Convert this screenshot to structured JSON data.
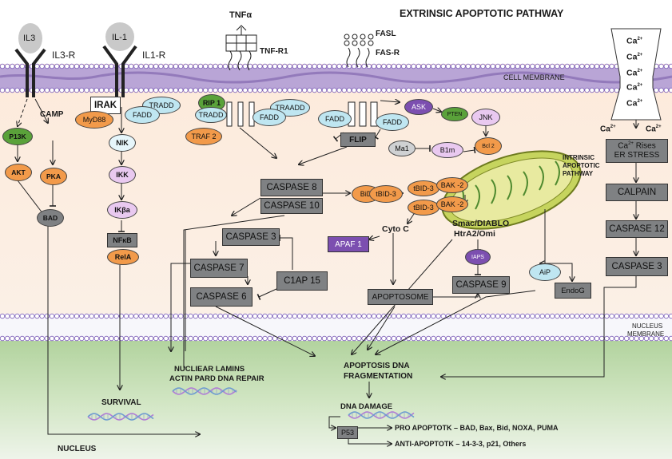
{
  "title": "EXTRINSIC APOPTOTIC PATHWAY",
  "membrane": {
    "cell": "CELL MEMBRANE",
    "nucleus_line1": "NUCLEUS",
    "nucleus_line2": "MEMBRANE"
  },
  "receptors": {
    "il3": "IL3",
    "il3r": "IL3-R",
    "il1": "IL-1",
    "il1r": "IL1-R",
    "tnfa": "TNFα",
    "tnfr1": "TNF-R1",
    "fasl": "FASL",
    "fasr": "FAS-R"
  },
  "calcium": {
    "ion": "Ca",
    "charge": "2+",
    "rises_line1": "Ca",
    "rises_line2": "Rises",
    "rises_line3": "ER STRESS"
  },
  "left": {
    "p13k": "P13K",
    "camp": "CAMP",
    "akt": "AKT",
    "pka": "PKA",
    "bad": "BAD"
  },
  "il1": {
    "irak": "IRAK",
    "myd88": "MyD88",
    "tradd": "TRADD",
    "fadd": "FADD",
    "nik": "NIK",
    "ikk": "IKK",
    "ikba": "IKβa",
    "nfkb": "NFκB",
    "rela": "RelA",
    "survival": "SURVIVAL"
  },
  "tnf": {
    "rip1": "RIP 1",
    "tradd": "TRADD",
    "traf2": "TRAF 2",
    "fadd": "FADD",
    "traadd": "TRAADD"
  },
  "fas": {
    "fadd1": "FADD",
    "fadd2": "FADD",
    "flip": "FLIP",
    "ask": "ASK",
    "pten": "PTEN",
    "jnk": "JNK",
    "ma1": "Ma1",
    "b1m": "B1m",
    "bcl2": "Bcl 2"
  },
  "caspases": {
    "c8": "CASPASE 8",
    "c10": "CASPASE 10",
    "c3": "CASPASE 3",
    "c7": "CASPASE 7",
    "c6": "CASPASE 6",
    "c1ap15": "C1AP 15",
    "c9": "CASPASE 9",
    "calpain": "CALPAIN",
    "c12": "CASPASE 12",
    "c3b": "CASPASE 3"
  },
  "mito": {
    "bid": "BiD",
    "tbid": "tBID-3",
    "bak": "BAK -2",
    "smac_line1": "Smac/DIABLO",
    "smac_line2": "HtrA2/Omi",
    "intrinsic_line1": "INTRINSIC",
    "intrinsic_line2": "APOPTOTIC",
    "intrinsic_line3": "PATHWAY",
    "apaf": "APAF 1",
    "cytoc": "Cyto C",
    "iaps": "IAPS",
    "apoptosome": "APOPTOSOME",
    "aip": "AiP",
    "endog": "EndoG"
  },
  "nucleus": {
    "lamins_line1": "NUCLIEAR LAMINS",
    "lamins_line2": "ACTIN PARD DNA REPAIR",
    "frag_line1": "APOPTOSIS DNA",
    "frag_line2": "FRAGMENTATION",
    "damage": "DNA DAMAGE",
    "p53": "P53",
    "pro": "PRO APOPTOTK – BAD, Bax, Bid, NOXA, PUMA",
    "anti": "ANTI-APOPTOTK – 14-3-3, p21, Others",
    "label": "NUCLEUS"
  },
  "colors": {
    "orange": "#f29a4a",
    "green": "#5aa23a",
    "lightblue": "#bfe6f1",
    "purple": "#7c4fb0",
    "gray": "#7f8183",
    "lavender": "#e9c9f0",
    "cytoplasm": "#fdeede",
    "nucleus": "#a9cd95"
  }
}
